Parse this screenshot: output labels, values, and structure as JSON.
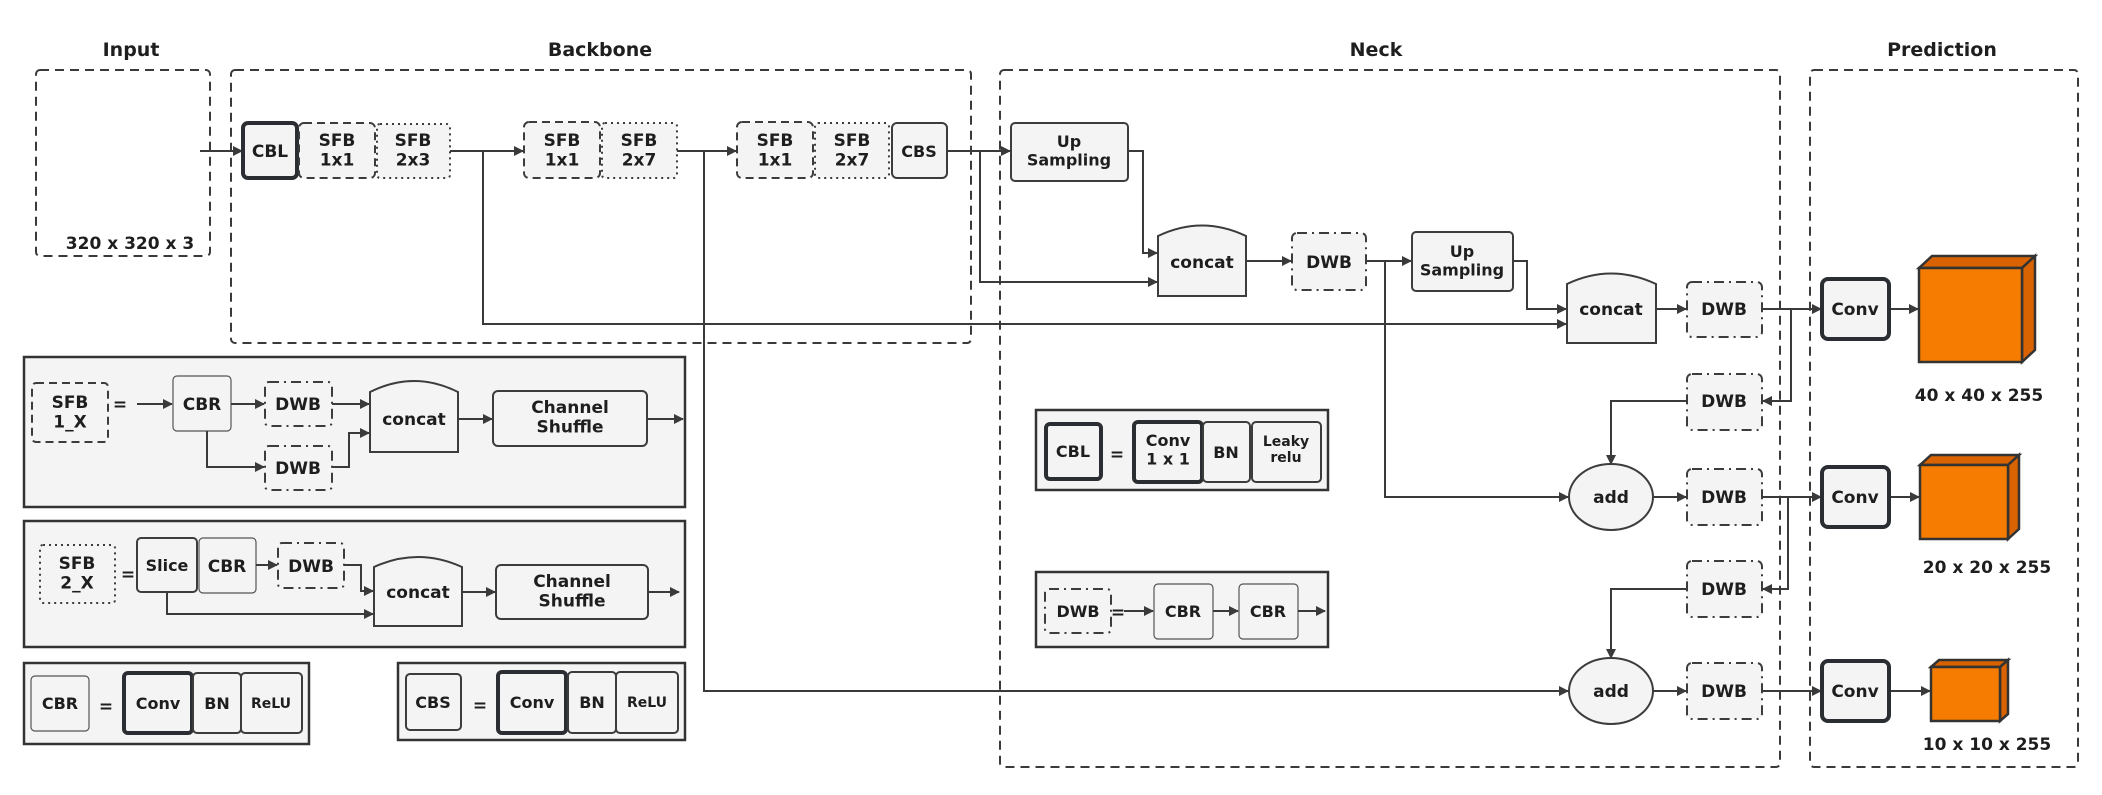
{
  "colors": {
    "output_front": "#f57c00",
    "output_side": "#d96300",
    "node_fill": "#f4f4f4",
    "stroke": "#3a3a3a"
  },
  "sections": {
    "input": "Input",
    "backbone": "Backbone",
    "neck": "Neck",
    "prediction": "Prediction"
  },
  "input": {
    "size": "320 x 320 x 3"
  },
  "backbone": {
    "stage1": [
      "CBL",
      "SFB\n1x1",
      "SFB\n2x3"
    ],
    "stage2": [
      "SFB\n1x1",
      "SFB\n2x7"
    ],
    "stage3": [
      "SFB\n1x1",
      "SFB\n2x7",
      "CBS"
    ]
  },
  "neck": {
    "upsampling": "Up\nSampling",
    "concat": "concat",
    "dwb": "DWB",
    "add": "add"
  },
  "prediction": {
    "conv": "Conv",
    "outputs": [
      "40 x 40 x 255",
      "20 x 20 x 255",
      "10 x 10 x 255"
    ]
  },
  "legend": {
    "sfb1": {
      "name": "SFB\n1_X",
      "eq": "=",
      "cbr": "CBR",
      "dwb": "DWB",
      "concat": "concat",
      "shuffle": "Channel\nShuffle"
    },
    "sfb2": {
      "name": "SFB\n2_X",
      "eq": "=",
      "slice": "Slice",
      "cbr": "CBR",
      "dwb": "DWB",
      "concat": "concat",
      "shuffle": "Channel\nShuffle"
    },
    "cbr": {
      "name": "CBR",
      "eq": "=",
      "parts": [
        "Conv",
        "BN",
        "ReLU"
      ]
    },
    "cbs": {
      "name": "CBS",
      "eq": "=",
      "parts": [
        "Conv",
        "BN",
        "ReLU"
      ]
    },
    "cbl": {
      "name": "CBL",
      "eq": "=",
      "parts": [
        "Conv\n1 x 1",
        "BN",
        "Leaky\nrelu"
      ]
    },
    "dwb": {
      "name": "DWB",
      "eq": "=",
      "parts": [
        "CBR",
        "CBR"
      ]
    }
  }
}
